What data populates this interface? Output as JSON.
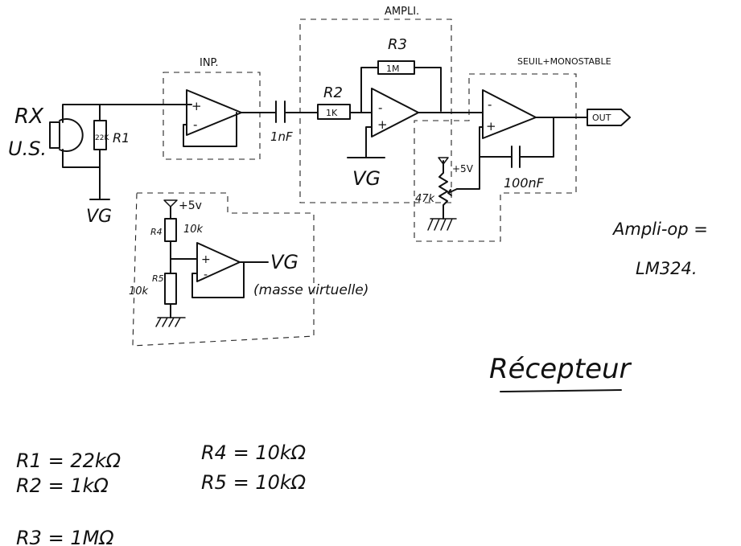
{
  "blocks": {
    "input": "INP.",
    "ampli": "AMPLI.",
    "seuil": "SEUIL+MONOSTABLE"
  },
  "receiver": {
    "label_top": "RX",
    "label_bottom": "U.S."
  },
  "components": {
    "r1_label": "R1",
    "r1_body": "22K",
    "r2_label": "R2",
    "r2_body": "1K",
    "r3_label": "R3",
    "r3_body": "1M",
    "r4_label": "R4",
    "r4_value": "10k",
    "r5_label": "R5",
    "r5_value": "10k",
    "c1_value": "1nF",
    "c2_value": "100nF",
    "pot_value": "47k",
    "supply_a": "+5v",
    "supply_b": "+5V"
  },
  "nets": {
    "vg_1": "VG",
    "vg_2": "VG",
    "vg_out": "VG",
    "virtual_ground": "(masse virtuelle)",
    "out": "OUT"
  },
  "opamp_signs": {
    "plus": "+",
    "minus": "-"
  },
  "notes": {
    "opamp_line1": "Ampli-op =",
    "opamp_line2": "LM324.",
    "title": "Récepteur"
  },
  "values_table": {
    "r1": "R1 = 22kΩ",
    "r2": "R2 = 1kΩ",
    "r3": "R3 = 1MΩ",
    "r4": "R4 = 10kΩ",
    "r5": "R5 = 10kΩ"
  }
}
